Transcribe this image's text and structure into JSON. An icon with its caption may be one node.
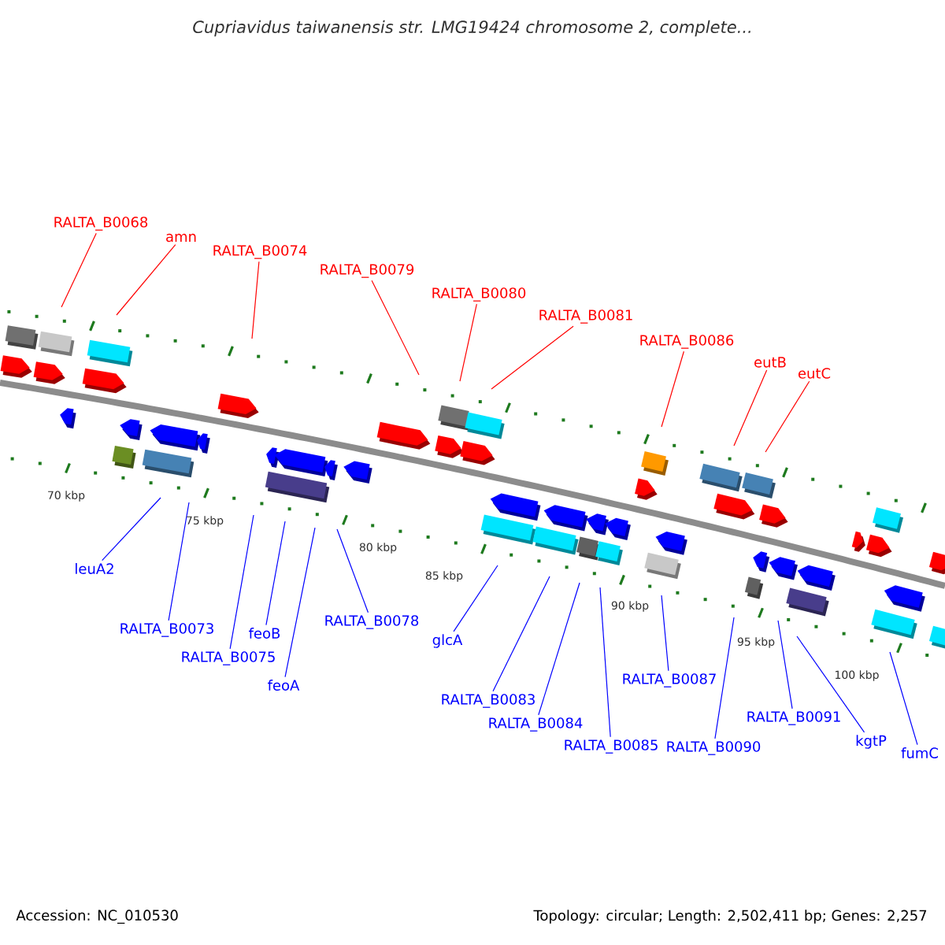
{
  "diagram": {
    "title": "Cupriavidus taiwanensis str. LMG19424 chromosome 2, complete...",
    "nodes": [
      {
        "text": [
          "RALTA_B0068"
        ]
      },
      {
        "text": [
          "amn"
        ]
      },
      {
        "text": [
          "RALTA_B0074"
        ]
      },
      {
        "text": [
          "RALTA_B0079"
        ]
      },
      {
        "text": [
          "RALTA_B0080"
        ]
      },
      {
        "text": [
          "RALTA_B0081"
        ]
      },
      {
        "text": [
          "RALTA_B0086"
        ]
      },
      {
        "text": [
          "eutB"
        ]
      },
      {
        "text": [
          "eutC"
        ]
      },
      {
        "text": [
          "leuA2"
        ]
      },
      {
        "text": [
          "RALTA_B0073"
        ]
      },
      {
        "text": [
          "RALTA_B0075"
        ]
      },
      {
        "text": [
          "feoB"
        ]
      },
      {
        "text": [
          "feoA"
        ]
      },
      {
        "text": [
          "RALTA_B0078"
        ]
      },
      {
        "text": [
          "glcA"
        ]
      },
      {
        "text": [
          "RALTA_B0083"
        ]
      },
      {
        "text": [
          "RALTA_B0084"
        ]
      },
      {
        "text": [
          "RALTA_B0085"
        ]
      },
      {
        "text": [
          "RALTA_B0087"
        ]
      },
      {
        "text": [
          "RALTA_B0090"
        ]
      },
      {
        "text": [
          "RALTA_B0091"
        ]
      },
      {
        "text": [
          "kgtP"
        ]
      },
      {
        "text": [
          "fumC"
        ]
      }
    ],
    "edges": [
      {
        "from": 0,
        "to": null,
        "arrow": "none",
        "color": "#ff0000"
      },
      {
        "from": 1,
        "to": null,
        "arrow": "none",
        "color": "#ff0000"
      },
      {
        "from": 2,
        "to": null,
        "arrow": "none",
        "color": "#ff0000"
      },
      {
        "from": 3,
        "to": null,
        "arrow": "none",
        "color": "#ff0000"
      },
      {
        "from": 4,
        "to": null,
        "arrow": "none",
        "color": "#ff0000"
      },
      {
        "from": 5,
        "to": null,
        "arrow": "none",
        "color": "#ff0000"
      },
      {
        "from": 6,
        "to": null,
        "arrow": "none",
        "color": "#ff0000"
      },
      {
        "from": 7,
        "to": null,
        "arrow": "none",
        "color": "#ff0000"
      },
      {
        "from": 8,
        "to": null,
        "arrow": "none",
        "color": "#ff0000"
      },
      {
        "from": 9,
        "to": null,
        "arrow": "none"
      },
      {
        "from": 10,
        "to": null,
        "arrow": "none"
      },
      {
        "from": 11,
        "to": null,
        "arrow": "none"
      },
      {
        "from": 12,
        "to": null,
        "arrow": "none"
      },
      {
        "from": 13,
        "to": null,
        "arrow": "none"
      },
      {
        "from": 14,
        "to": null,
        "arrow": "none"
      },
      {
        "from": 15,
        "to": null,
        "arrow": "none"
      },
      {
        "from": 16,
        "to": null,
        "arrow": "none"
      },
      {
        "from": 17,
        "to": null,
        "arrow": "none"
      },
      {
        "from": 18,
        "to": null,
        "arrow": "none"
      },
      {
        "from": 19,
        "to": null,
        "arrow": "none"
      },
      {
        "from": 20,
        "to": null,
        "arrow": "none"
      },
      {
        "from": 21,
        "to": null,
        "arrow": "none"
      },
      {
        "from": 22,
        "to": null,
        "arrow": "none"
      },
      {
        "from": 23,
        "to": null,
        "arrow": "none"
      }
    ],
    "labels": [
      "70 kbp",
      "75 kbp",
      "80 kbp",
      "85 kbp",
      "90 kbp",
      "95 kbp",
      "100 kbp",
      "Accession: NC_010530",
      "Topology: circular; Length: 2,502,411 bp; Genes: 2,257"
    ]
  }
}
